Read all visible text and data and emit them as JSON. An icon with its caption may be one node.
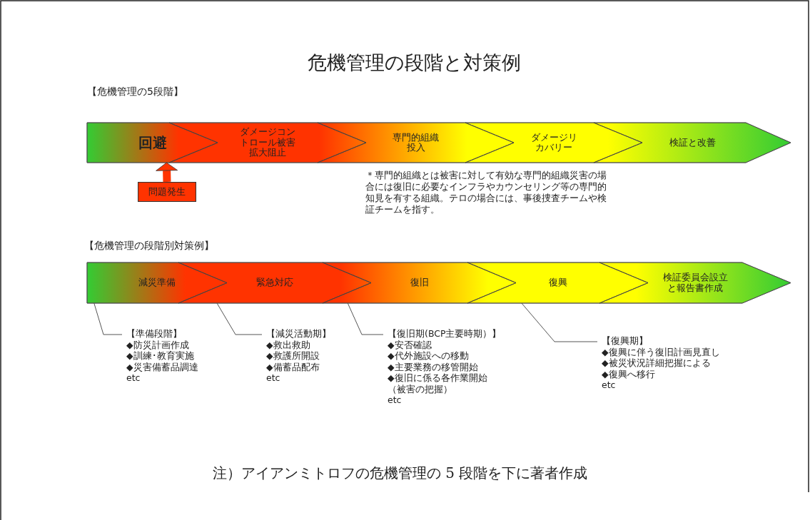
{
  "diagram": {
    "title": "危機管理の段階と対策例",
    "nodes": [
      {
        "text": [
          "回避"
        ]
      },
      {
        "text": [
          "ダメージコントロール被害拡大阻止"
        ]
      },
      {
        "text": [
          "専門的組織投入"
        ]
      },
      {
        "text": [
          "ダメージリカバリー"
        ]
      },
      {
        "text": [
          "検証と改善"
        ]
      },
      {
        "text": [
          "問題発生"
        ]
      },
      {
        "text": [
          "減災準備"
        ]
      },
      {
        "text": [
          "緊急対応"
        ]
      },
      {
        "text": [
          "復旧"
        ]
      },
      {
        "text": [
          "復興"
        ]
      },
      {
        "text": [
          "検証委員会設立と報告書作成"
        ]
      },
      {
        "text": [
          "【準備段階】",
          "◆防災計画作成",
          "◆訓練･教育実施",
          "◆災害備蓄品調達",
          "etc"
        ]
      },
      {
        "text": [
          "【減災活動期】",
          "◆救出救助",
          "◆救護所開設",
          "◆備蓄品配布",
          "etc"
        ]
      },
      {
        "text": [
          "【復旧期(BCP主要時期）】",
          "◆安否確認",
          "◆代外施設への移動",
          "◆主要業務の移管開始",
          "◆復旧に係る各作業開始",
          "（被害の把握）",
          "etc"
        ]
      },
      {
        "text": [
          "【復興期】",
          "◆復興に伴う復旧計画見直し",
          "◆被災状況詳細把握による",
          "◆復興へ移行",
          "etc"
        ]
      }
    ],
    "edges": [
      {
        "from": 5,
        "to": 0,
        "arrow": "to",
        "style": "thick",
        "color": "#ff3300"
      },
      {
        "from": 11,
        "to": 6,
        "arrow": "none"
      },
      {
        "from": 12,
        "to": 7,
        "arrow": "none"
      },
      {
        "from": 13,
        "to": 8,
        "arrow": "none"
      },
      {
        "from": 14,
        "to": 9,
        "arrow": "none"
      }
    ],
    "labels": [
      "【危機管理の5段階】",
      "＊専門的組織とは被害に対して有効な専門的組織災害の場合には復旧に必要なインフラやカウンセリング等の専門的知見を有する組織。テロの場合には、事後捜査チームや検証チームを指す。",
      "【危機管理の段階別対策例】",
      "注）アイアンミトロフの危機管理の 5 段階を下に著者作成"
    ]
  }
}
